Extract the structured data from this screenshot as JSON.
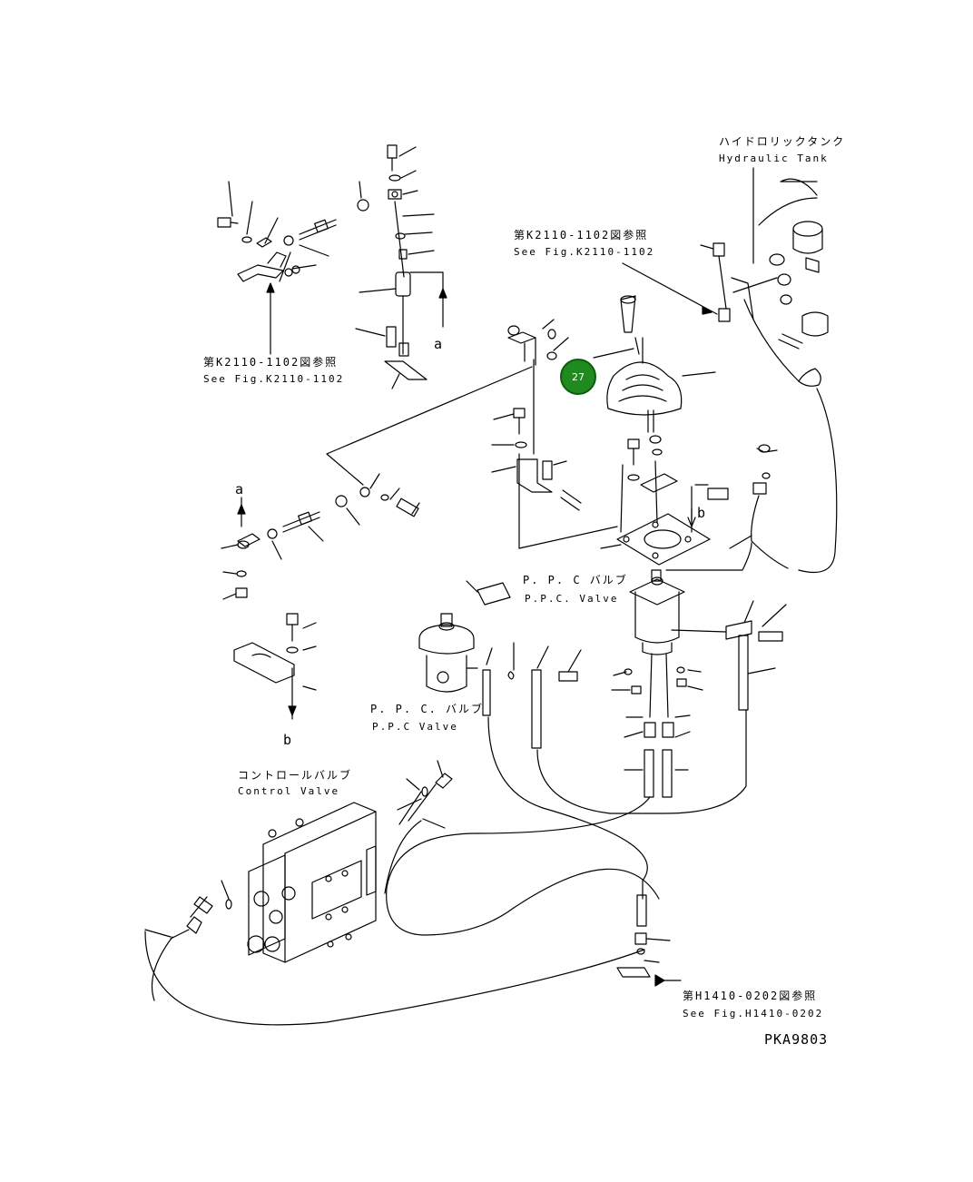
{
  "labels": {
    "hydraulic_tank_jp": "ハイドロリックタンク",
    "hydraulic_tank_en": "Hydraulic Tank",
    "ref_k2110_jp_top": "第K2110-1102図参照",
    "ref_k2110_en_top": "See Fig.K2110-1102",
    "ref_k2110_jp_left": "第K2110-1102図参照",
    "ref_k2110_en_left": "See Fig.K2110-1102",
    "ppc_valve_jp_right": "P. P. C バルブ",
    "ppc_valve_en_right": "P.P.C. Valve",
    "ppc_valve_jp_left": "P. P. C. バルブ",
    "ppc_valve_en_left": "P.P.C Valve",
    "control_valve_jp": "コントロールバルブ",
    "control_valve_en": "Control Valve",
    "ref_h1410_jp": "第H1410-0202図参照",
    "ref_h1410_en": "See Fig.H1410-0202",
    "drawing_code": "PKA9803"
  },
  "view_refs": {
    "a_top": "a",
    "a_left": "a",
    "b_right": "b",
    "b_bottom": "b"
  },
  "callout": {
    "number": "27",
    "color": "#1f8a1f"
  }
}
